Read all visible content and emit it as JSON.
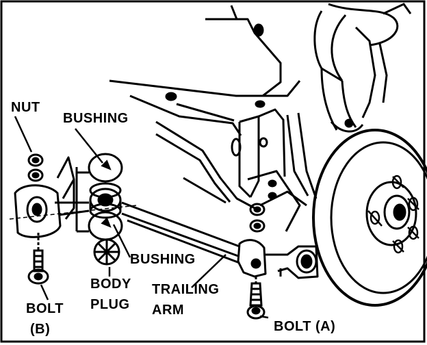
{
  "diagram": {
    "labels": {
      "nut": "NUT",
      "bushing_top": "BUSHING",
      "bushing_bottom": "BUSHING",
      "body": "BODY",
      "plug": "PLUG",
      "trailing": "TRAILING",
      "arm": "ARM",
      "bolt_b": "BOLT",
      "bolt_b_tag": "(B)",
      "bolt_a": "BOLT (A)"
    },
    "colors": {
      "ink": "#000000",
      "paper": "#ffffff"
    }
  }
}
